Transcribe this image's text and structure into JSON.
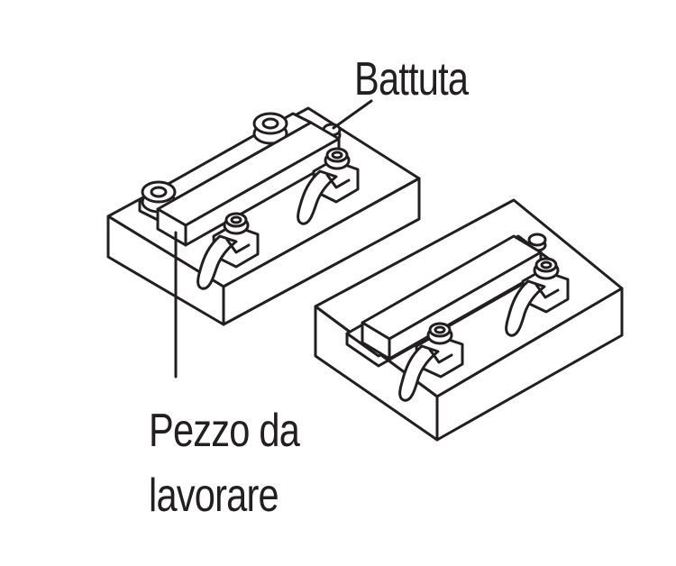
{
  "labels": {
    "stop": "Battuta",
    "workpiece_line1": "Pezzo da",
    "workpiece_line2": "lavorare"
  },
  "colors": {
    "line": "#231f20",
    "background": "#ffffff"
  }
}
